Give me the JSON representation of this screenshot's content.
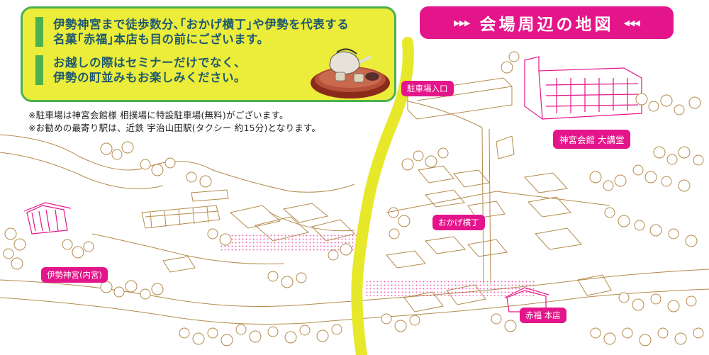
{
  "info_box": {
    "paragraph1": [
      "伊勢神宮まで徒歩数分､｢おかげ横丁｣や伊勢を代表する",
      "名菓｢赤福｣本店も目の前にございます。"
    ],
    "paragraph2": [
      "お越しの際はセミナーだけでなく、",
      "伊勢の町並みもお楽しみください。"
    ]
  },
  "title": {
    "text": "会場周辺の地図",
    "arrows_left": "▶▶▶",
    "arrows_right": "◀◀◀"
  },
  "notes": [
    "※駐車場は神宮会館様 相撲場に特設駐車場(無料)がございます。",
    "※お勧めの最寄り駅は、近鉄 宇治山田駅(タクシー 約15分)となります。"
  ],
  "map_labels": {
    "parking_entrance": "駐車場入口",
    "venue": "神宮会館 大講堂",
    "okage_yokocho": "おかげ横丁",
    "ise_jingu": "伊勢神宮(内宮)",
    "akafuku": "赤福 本店"
  },
  "colors": {
    "accent": "#e4158a",
    "info_bg": "#ecec3a",
    "info_border": "#4bb14f",
    "text": "#1f5a6e",
    "line_art": "#b48a4a",
    "river": "#e8e82a"
  }
}
